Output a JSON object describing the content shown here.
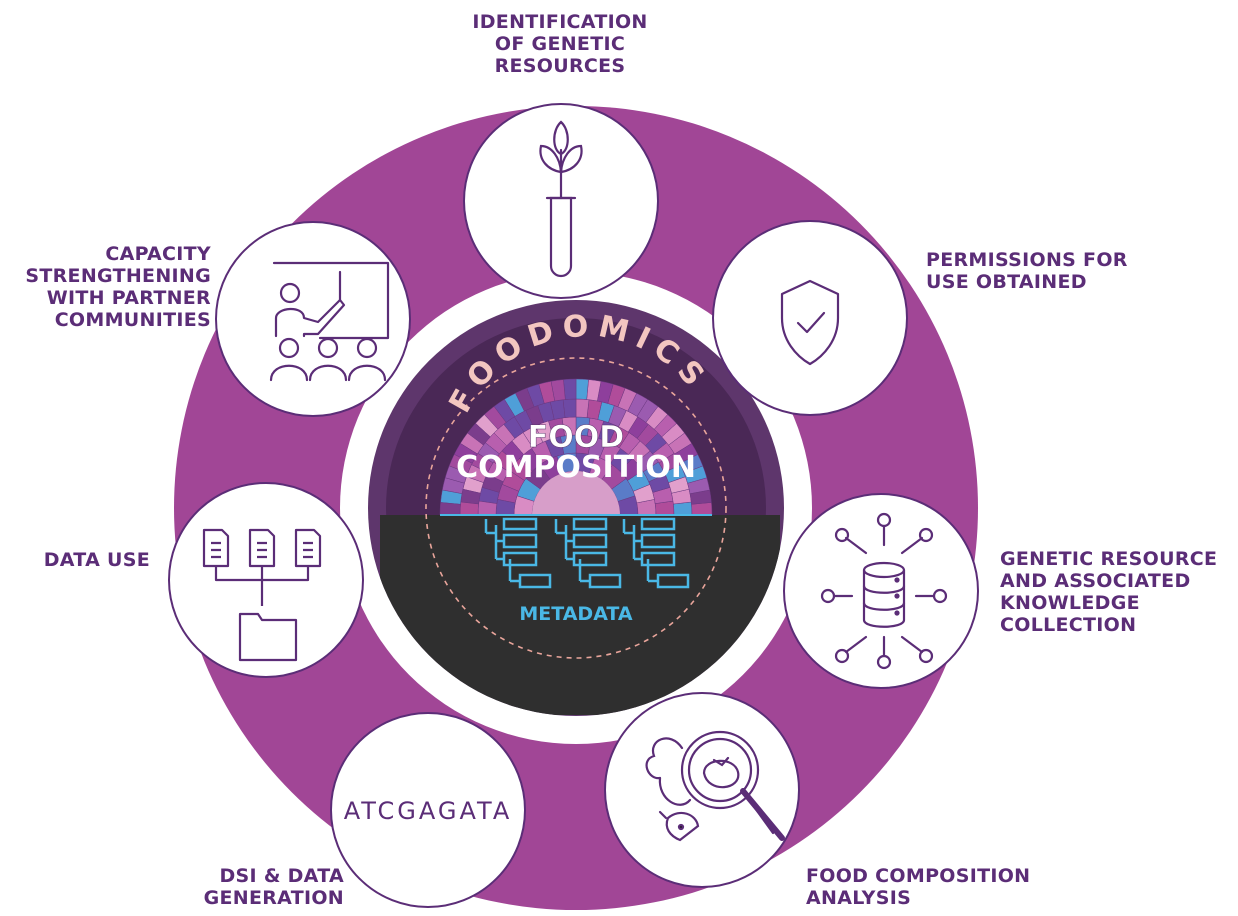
{
  "colors": {
    "ring": "#a14696",
    "label": "#5b2d77",
    "icon_stroke": "#5b2d77",
    "inner_disc": "#5e366c",
    "inner_ring": "#4a2856",
    "metadata_bg": "#2f2f2f",
    "metadata_accent": "#4ab8e6",
    "foodomics_text": "#f3c6c0",
    "center_text": "#ffffff"
  },
  "center": {
    "arc_title": "FOODOMICS",
    "title_line1": "FOOD",
    "title_line2": "COMPOSITION",
    "metadata_label": "METADATA"
  },
  "steps": [
    {
      "id": "identification",
      "icon": "plant-test-tube-icon",
      "lines": [
        "IDENTIFICATION",
        "OF GENETIC",
        "RESOURCES"
      ]
    },
    {
      "id": "permissions",
      "icon": "shield-check-icon",
      "lines": [
        "PERMISSIONS FOR",
        "USE OBTAINED"
      ]
    },
    {
      "id": "collection",
      "icon": "database-network-icon",
      "lines": [
        "GENETIC RESOURCE",
        "AND ASSOCIATED",
        "KNOWLEDGE",
        "COLLECTION"
      ]
    },
    {
      "id": "analysis",
      "icon": "magnifier-vegetables-icon",
      "lines": [
        "FOOD COMPOSITION",
        "ANALYSIS"
      ]
    },
    {
      "id": "dsi",
      "icon": "dna-sequence-icon",
      "icon_text": "ATCGAGATA",
      "lines": [
        "DSI & DATA",
        "GENERATION"
      ]
    },
    {
      "id": "data-use",
      "icon": "documents-folder-icon",
      "lines": [
        "DATA USE"
      ]
    },
    {
      "id": "capacity",
      "icon": "presentation-audience-icon",
      "lines": [
        "CAPACITY",
        "STRENGTHENING",
        "WITH PARTNER",
        "COMMUNITIES"
      ]
    }
  ]
}
